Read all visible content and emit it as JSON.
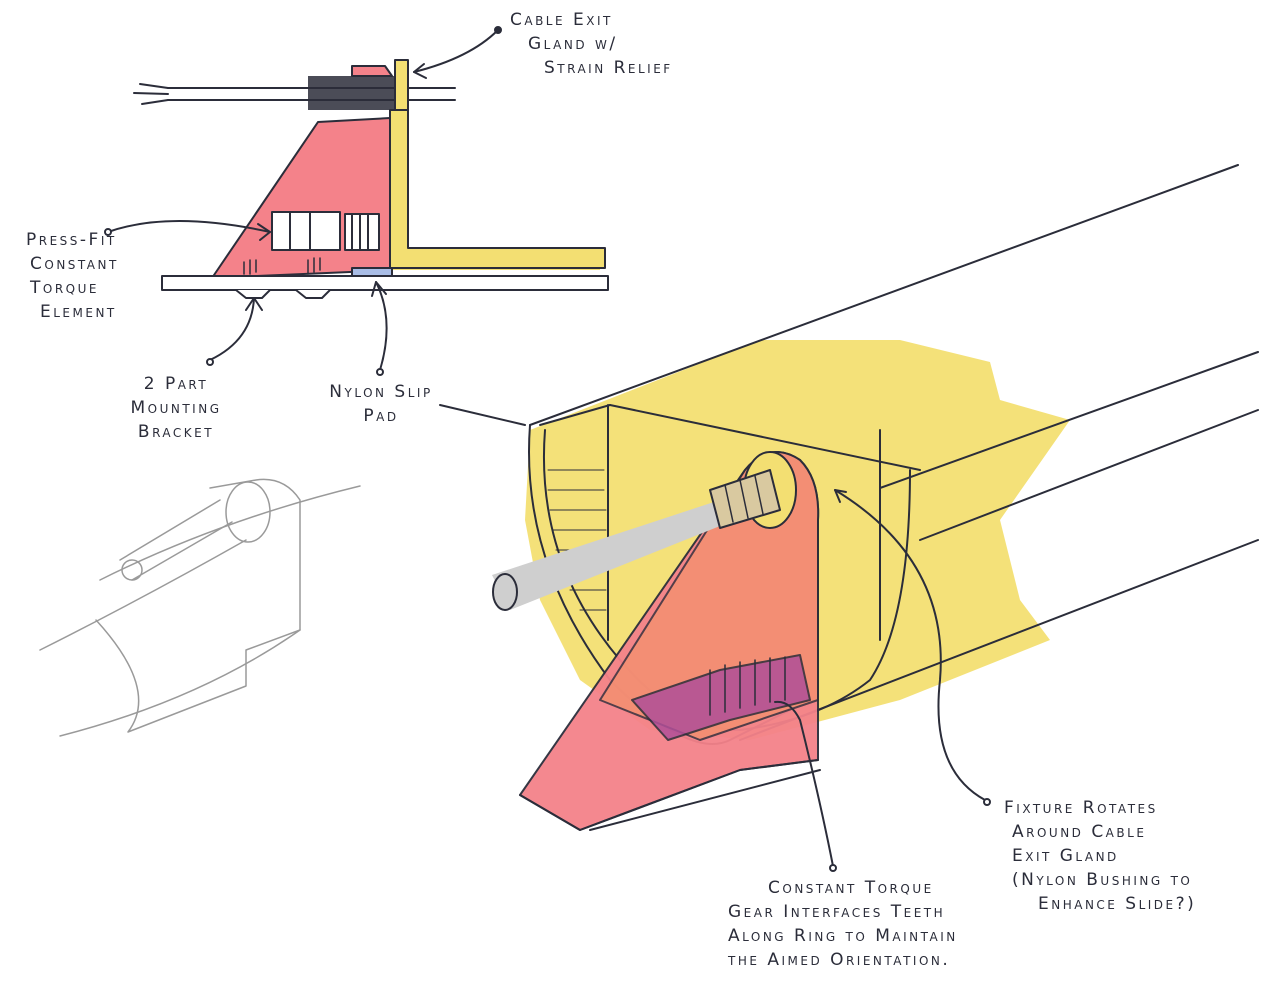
{
  "callouts": {
    "cable_exit_gland": [
      "Cable Exit",
      "Gland w/",
      "Strain Relief"
    ],
    "press_fit": [
      "Press-Fit",
      "Constant",
      "Torque",
      "Element"
    ],
    "mounting_bracket": [
      "2 Part",
      "Mounting",
      "Bracket"
    ],
    "nylon_pad": [
      "Nylon Slip",
      "Pad"
    ],
    "fixture_rotates": [
      "Fixture Rotates",
      "Around Cable",
      "Exit Gland",
      "(Nylon Bushing to",
      "Enhance Slide?)"
    ],
    "gear_teeth": [
      "Constant Torque",
      "Gear Interfaces Teeth",
      "Along Ring to Maintain",
      "the Aimed Orientation."
    ]
  },
  "colors": {
    "ink": "#2b2d3a",
    "yellow": "#f3df72",
    "yellow_light": "#f7e795",
    "red": "#f4828a",
    "orange": "#f3906f",
    "purple": "#b04f98",
    "grey": "#cfcfcf",
    "blue_pad": "#a9bde6"
  }
}
